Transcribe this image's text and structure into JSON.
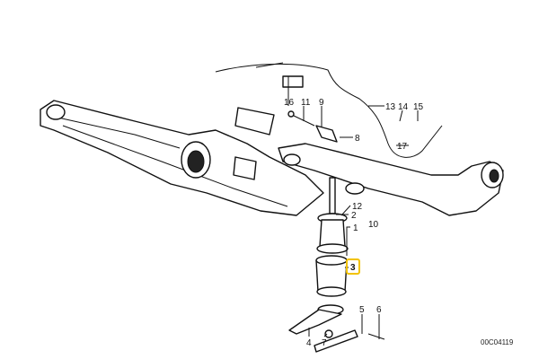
{
  "diagram": {
    "title": "Rear axle carrier mount exploded view",
    "highlight_color": "#f2c200",
    "labels": {
      "p1": "1",
      "p2": "2",
      "p3": "3",
      "p4": "4",
      "p5": "5",
      "p6": "6",
      "p7": "7",
      "p8": "8",
      "p9": "9",
      "p10": "10",
      "p11": "11",
      "p12": "12",
      "p13": "13",
      "p14": "14",
      "p15": "15",
      "p16": "16",
      "p17": "17"
    },
    "code": "00C04119"
  }
}
